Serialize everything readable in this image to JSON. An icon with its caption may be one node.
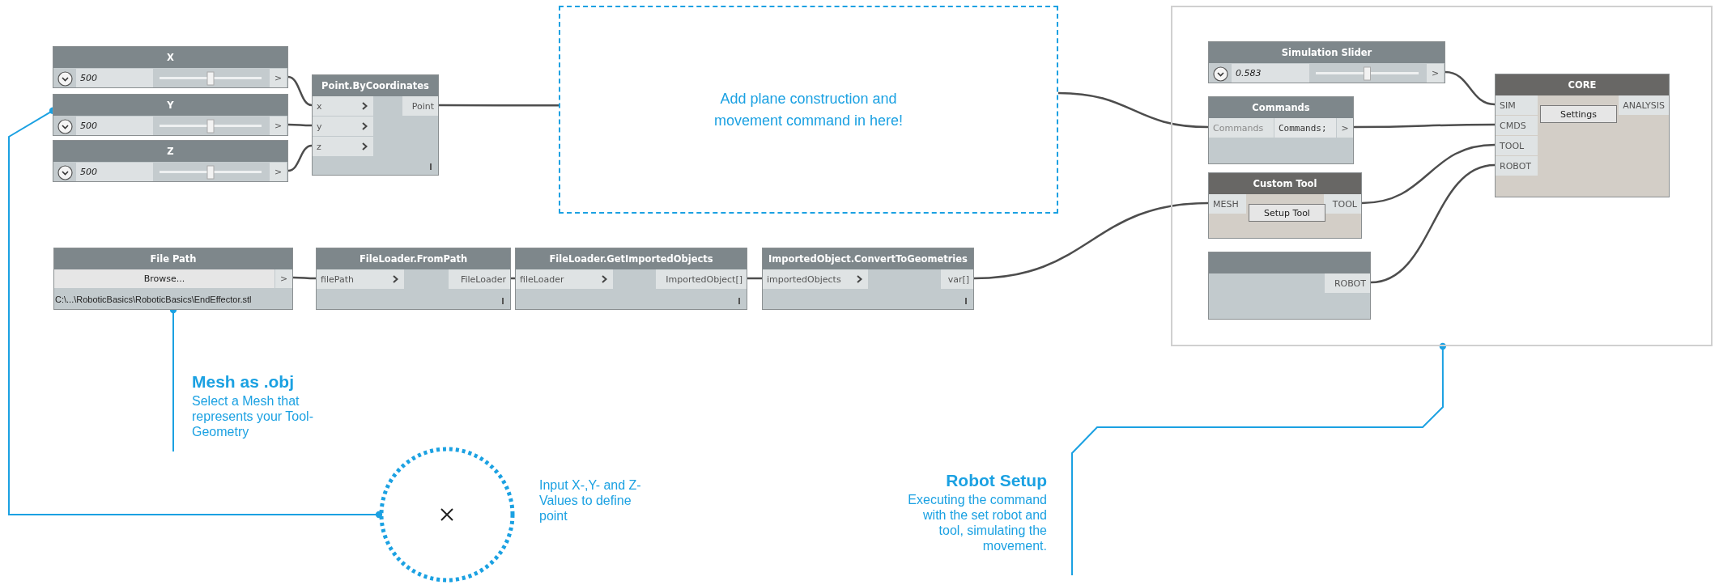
{
  "diagram": {
    "nodes": [
      {
        "text": [
          "X",
          "500",
          ">"
        ]
      },
      {
        "text": [
          "Y",
          "500",
          ">"
        ]
      },
      {
        "text": [
          "Z",
          "500",
          ">"
        ]
      },
      {
        "text": [
          "Point.ByCoordinates",
          "x",
          "y",
          "z",
          "Point"
        ]
      },
      {
        "text": [
          "Add plane construction and movement command in here!"
        ]
      },
      {
        "text": [],
        "shape": "box"
      },
      {
        "text": [
          "Simulation Slider",
          "0.583",
          ">"
        ],
        "in": 5
      },
      {
        "text": [
          "Commands",
          "Commands",
          "Commands;",
          ">"
        ],
        "in": 5
      },
      {
        "text": [
          "Custom Tool",
          "MESH",
          "Setup Tool",
          "TOOL"
        ],
        "in": 5
      },
      {
        "text": [
          "ROBOT"
        ],
        "in": 5
      },
      {
        "text": [
          "CORE",
          "SIM",
          "CMDS",
          "TOOL",
          "ROBOT",
          "Settings",
          "ANALYSIS"
        ],
        "in": 5
      },
      {
        "text": [
          "File Path",
          "Browse...",
          ">",
          "C:\\...\\RoboticBasics\\RoboticBasics\\EndEffector.stl"
        ]
      },
      {
        "text": [
          "FileLoader.FromPath",
          "filePath",
          "FileLoader"
        ]
      },
      {
        "text": [
          "FileLoader.GetImportedObjects",
          "fileLoader",
          "ImportedObject[]"
        ]
      },
      {
        "text": [
          "ImportedObject.ConvertToGeometries",
          "importedObjects",
          "var[]"
        ]
      },
      {
        "text": [
          "Mesh as .obj",
          "Select a Mesh that represents your Tool-Geometry"
        ]
      },
      {
        "text": [],
        "shape": "circle",
        "beside": [
          "Input X-,Y- and Z-Values to define point"
        ]
      },
      {
        "text": [
          "Robot Setup",
          "Executing the command with the set robot and tool, simulating the movement."
        ]
      }
    ],
    "edges": [
      {
        "from": 0,
        "to": 3,
        "arrow": "none"
      },
      {
        "from": 1,
        "to": 3,
        "arrow": "none"
      },
      {
        "from": 2,
        "to": 3,
        "arrow": "none"
      },
      {
        "from": 3,
        "to": 4,
        "arrow": "none"
      },
      {
        "from": 4,
        "to": 7,
        "arrow": "none"
      },
      {
        "from": 6,
        "to": 10,
        "arrow": "none"
      },
      {
        "from": 7,
        "to": 10,
        "arrow": "none"
      },
      {
        "from": 8,
        "to": 10,
        "arrow": "none"
      },
      {
        "from": 9,
        "to": 10,
        "arrow": "none"
      },
      {
        "from": 11,
        "to": 12,
        "arrow": "none"
      },
      {
        "from": 12,
        "to": 13,
        "arrow": "none"
      },
      {
        "from": 13,
        "to": 14,
        "arrow": "none"
      },
      {
        "from": 14,
        "to": 8,
        "arrow": "none"
      },
      {
        "from": 1,
        "to": 16,
        "arrow": "other",
        "color": "#1ba1e2"
      },
      {
        "from": 15,
        "to": 11,
        "arrow": "other",
        "color": "#1ba1e2"
      },
      {
        "from": 17,
        "to": 5,
        "arrow": "other",
        "color": "#1ba1e2"
      }
    ]
  }
}
